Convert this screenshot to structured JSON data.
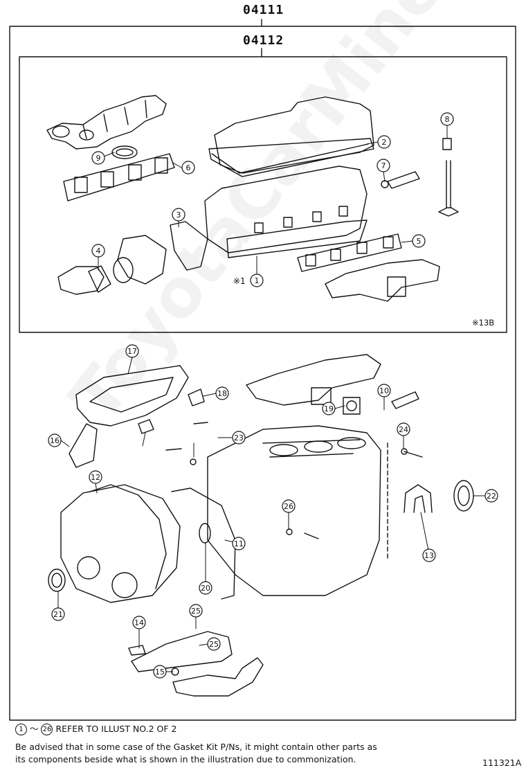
{
  "kits": {
    "outer_code": "04111",
    "inner_code": "04112"
  },
  "callouts": {
    "c1": "1",
    "c2": "2",
    "c3": "3",
    "c4": "4",
    "c5": "5",
    "c6": "6",
    "c7": "7",
    "c8": "8",
    "c9": "9",
    "c10": "10",
    "c11": "11",
    "c12": "12",
    "c13": "13",
    "c14": "14",
    "c15": "15",
    "c16": "16",
    "c17": "17",
    "c18": "18",
    "c19": "19",
    "c20": "20",
    "c21": "21",
    "c22": "22",
    "c23": "23",
    "c24": "24",
    "c25a": "25",
    "c25b": "25",
    "c26": "26"
  },
  "marks": {
    "item1_mark": "※1",
    "box_ref": "※13B"
  },
  "note": {
    "range_start": "1",
    "range_sep": "〜",
    "range_end": "26",
    "refer_text": "REFER TO ILLUST NO.2 OF 2",
    "advisory_line1": "Be advised that in some case of the Gasket Kit P/Ns,  it might contain other parts as",
    "advisory_line2": "its components beside what is shown in the illustration due to commonization."
  },
  "footer": {
    "illustration_id": "111321A"
  },
  "watermark": "ToyotaCarMine.ru",
  "colors": {
    "line": "#111111",
    "background": "#ffffff"
  }
}
